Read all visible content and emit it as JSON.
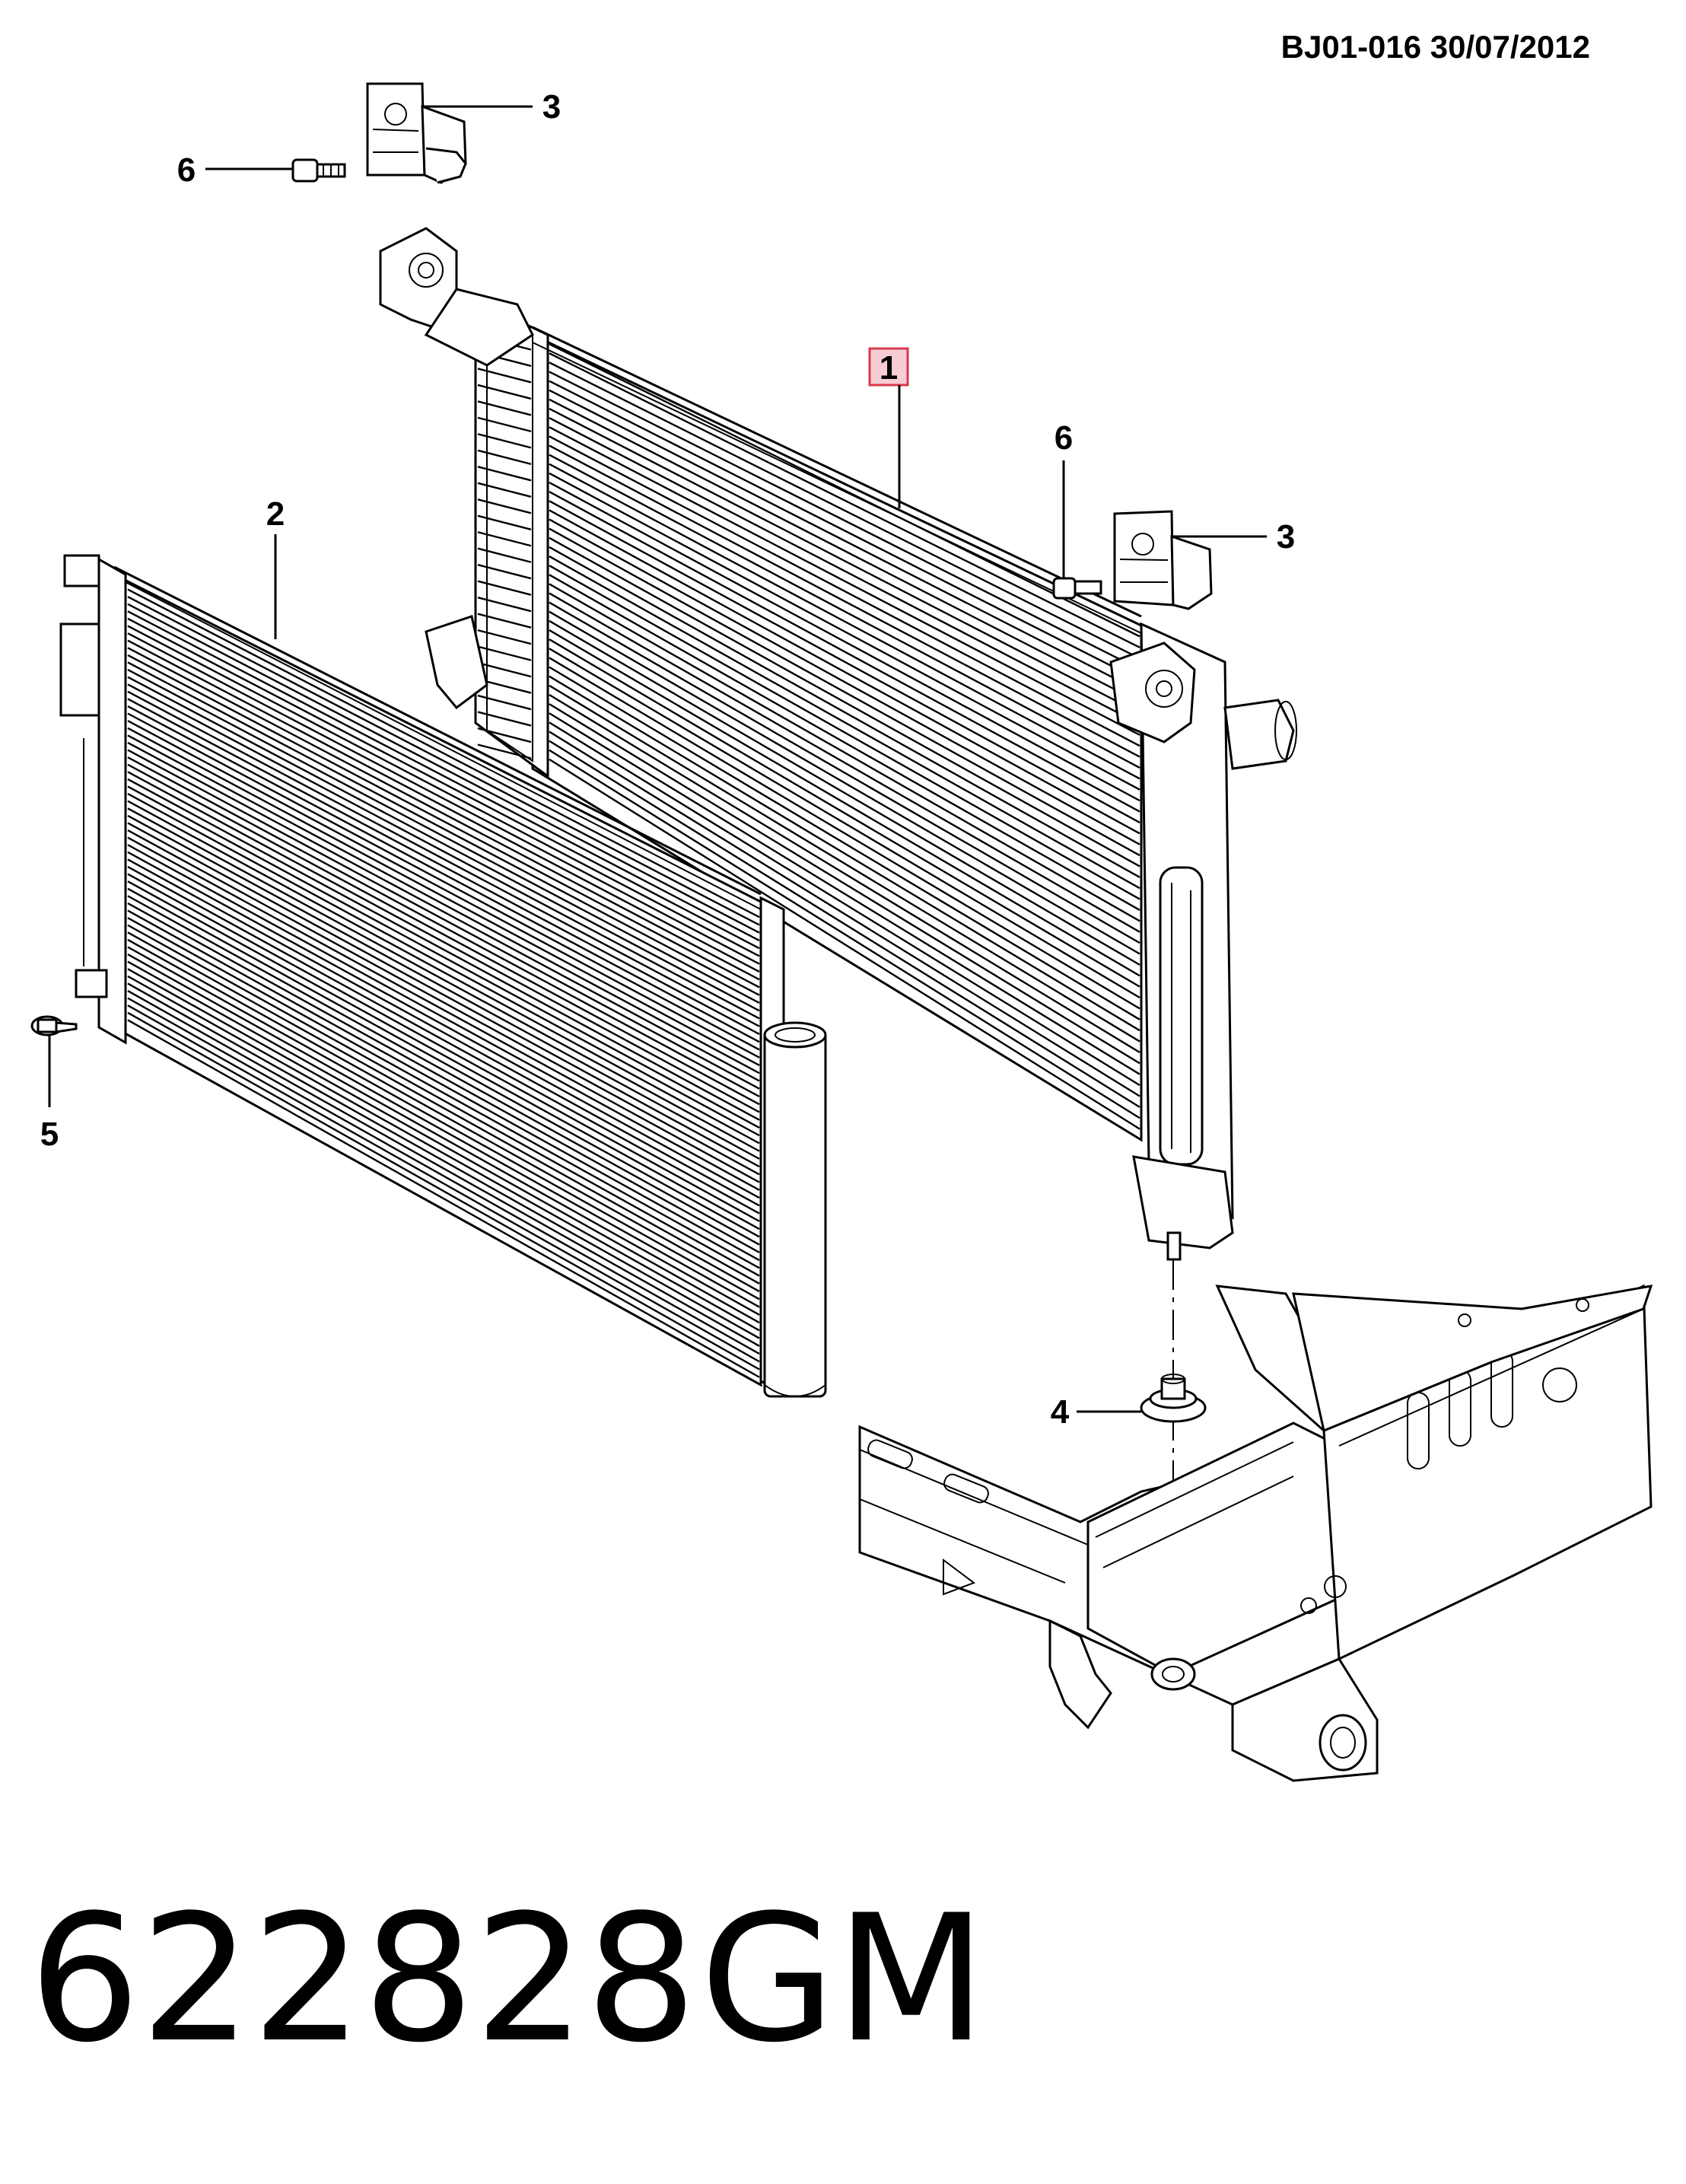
{
  "header": {
    "reference": "BJ01-016  30/07/2012"
  },
  "callouts": {
    "radiator": "1",
    "condenser": "2",
    "bracket_top_left": "3",
    "bracket_right": "3",
    "insulator": "4",
    "screw": "5",
    "bolt_top_left": "6",
    "bolt_right": "6"
  },
  "footer": {
    "part_number": "622828",
    "brand": "GM"
  },
  "colors": {
    "highlight_fill": "#f6cdd3",
    "highlight_stroke": "#d83a4c",
    "ink": "#000000"
  }
}
